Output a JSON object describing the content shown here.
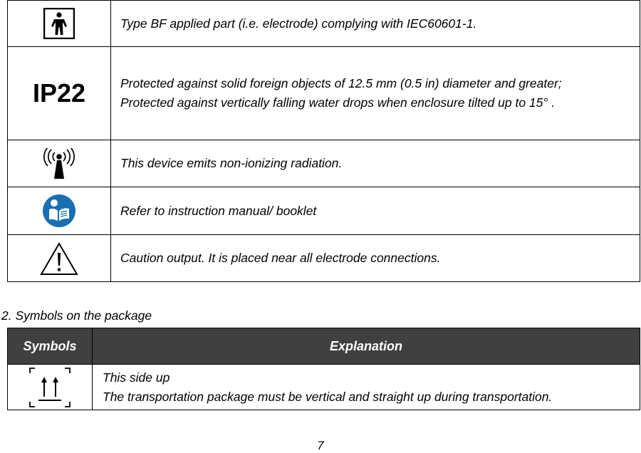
{
  "symbols": [
    {
      "icon": "type-bf-applied-part-icon",
      "explanation": "Type BF applied part (i.e. electrode) complying with IEC60601-1."
    },
    {
      "icon": "ip22-rating-icon",
      "logo_text": "IP22",
      "lines": [
        "Protected against solid foreign objects of 12.5 mm (0.5 in) diameter and greater;",
        "Protected against vertically falling water drops when enclosure tilted up to 15° ."
      ]
    },
    {
      "icon": "non-ionizing-radiation-icon",
      "explanation": "This device emits non-ionizing radiation."
    },
    {
      "icon": "instruction-manual-icon",
      "explanation": "Refer to instruction manual/ booklet"
    },
    {
      "icon": "caution-warning-icon",
      "explanation": "Caution output. It is placed near all electrode connections."
    }
  ],
  "section2": {
    "title": "2. Symbols on the package"
  },
  "package_table": {
    "headers": [
      "Symbols",
      "Explanation"
    ],
    "rows": [
      {
        "icon": "this-side-up-icon",
        "line1": "This side up",
        "line2": "The transportation package must be vertical and straight up during transportation."
      }
    ]
  },
  "page_number": "7",
  "colors": {
    "header_bg": "#404040",
    "manual_icon_blue": "#1a6fb3"
  }
}
